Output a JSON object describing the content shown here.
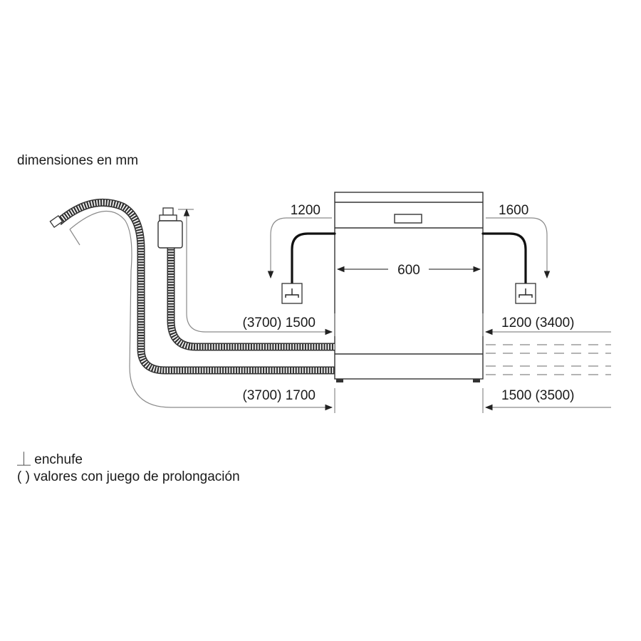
{
  "header": {
    "units_note": "dimensiones en mm"
  },
  "dimensions": {
    "width": "600",
    "power_cable_left": "1200",
    "power_cable_right": "1600",
    "drain_hose_left": "(3700) 1500",
    "inlet_hose_left": "(3700) 1700",
    "drain_hose_right": "1200 (3400)",
    "inlet_hose_right": "1500 (3500)"
  },
  "legend": {
    "socket_symbol": "⏊",
    "socket_label": "enchufe",
    "bracket_symbol": "( )",
    "bracket_label": "valores con juego de prolongación"
  },
  "icons": [
    "socket-icon",
    "drain-hose-icon",
    "water-inlet-hose-icon",
    "aquastop-valve-icon"
  ]
}
